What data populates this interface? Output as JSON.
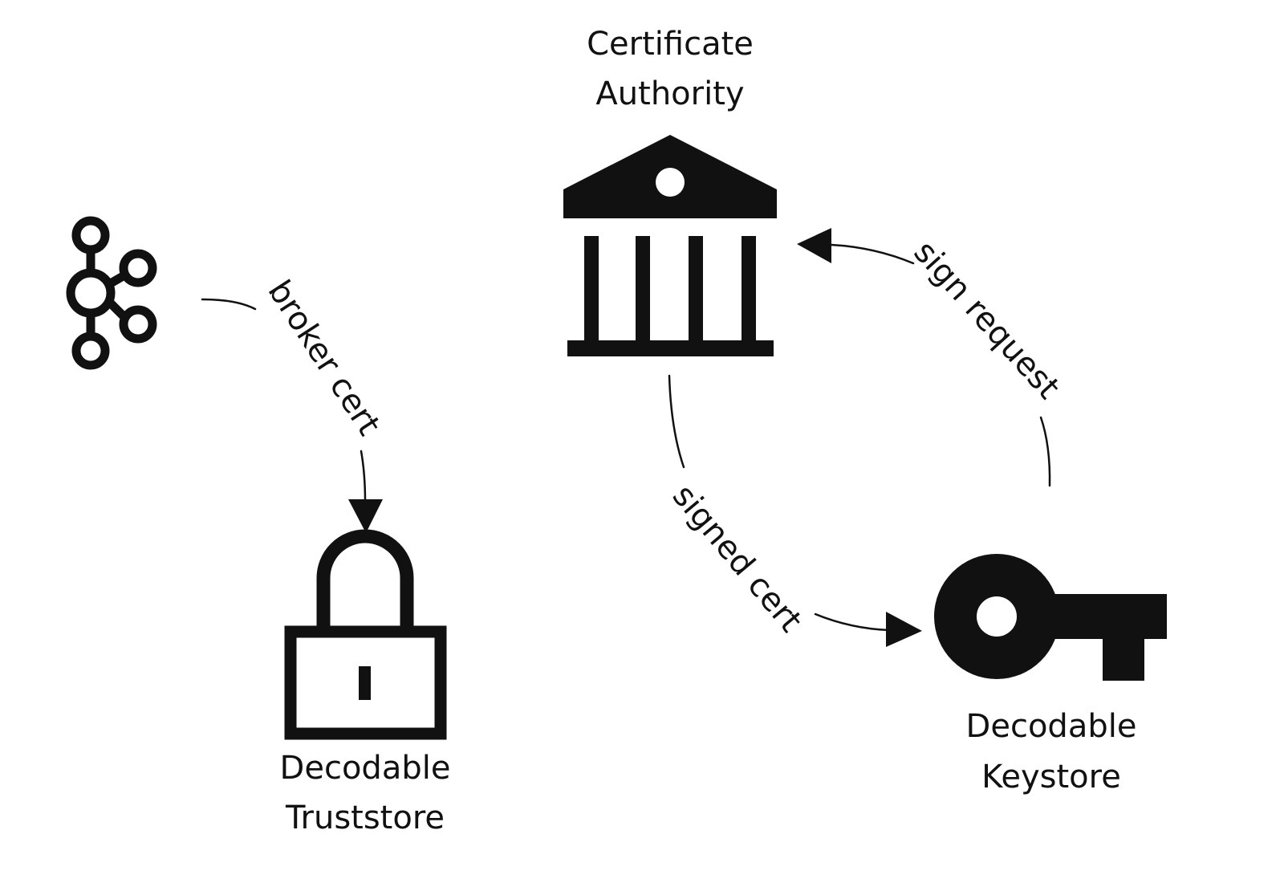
{
  "colors": {
    "ink": "#111111",
    "background": "#ffffff"
  },
  "nodes": {
    "kafka": {
      "icon": "kafka-icon"
    },
    "ca": {
      "icon": "bank-building-icon",
      "label_line1": "Certificate",
      "label_line2": "Authority"
    },
    "truststore": {
      "icon": "padlock-icon",
      "label_line1": "Decodable",
      "label_line2": "Truststore"
    },
    "keystore": {
      "icon": "key-icon",
      "label_line1": "Decodable",
      "label_line2": "Keystore"
    }
  },
  "edges": {
    "broker_cert": {
      "label": "broker cert"
    },
    "signed_cert": {
      "label": "signed cert"
    },
    "sign_request": {
      "label": "sign request"
    }
  }
}
